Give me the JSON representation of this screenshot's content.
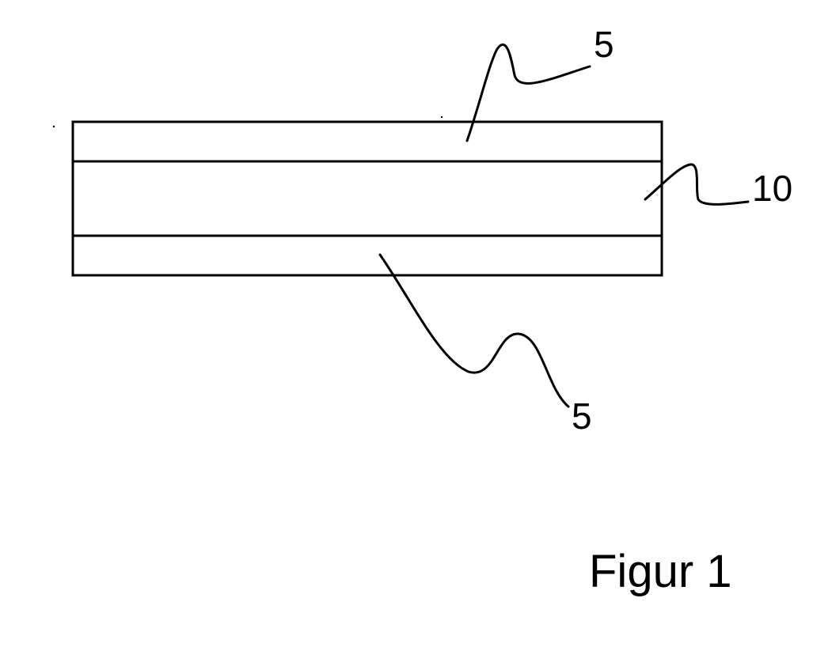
{
  "diagram": {
    "labels": {
      "top_layer": "5",
      "middle_layer": "10",
      "bottom_layer": "5"
    },
    "caption": "Figur 1"
  },
  "colors": {
    "stroke": "#000000",
    "background": "#ffffff"
  }
}
